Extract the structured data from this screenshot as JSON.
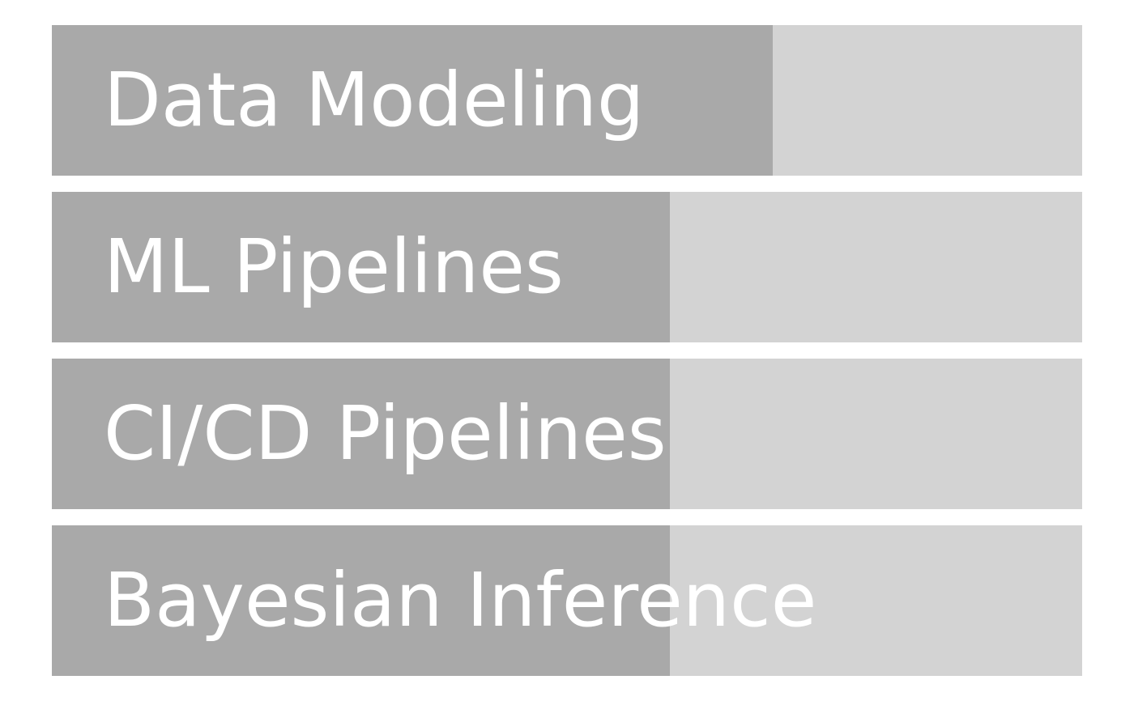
{
  "chart_data": {
    "type": "bar",
    "orientation": "horizontal",
    "categories": [
      "Data Modeling",
      "ML Pipelines",
      "CI/CD Pipelines",
      "Bayesian Inference"
    ],
    "values": [
      0.7,
      0.6,
      0.6,
      0.6
    ],
    "xlim": [
      0,
      1
    ],
    "grid": false,
    "colors": {
      "fill": "#a9a9a9",
      "track": "#d3d3d3",
      "label": "#ffffff"
    }
  }
}
